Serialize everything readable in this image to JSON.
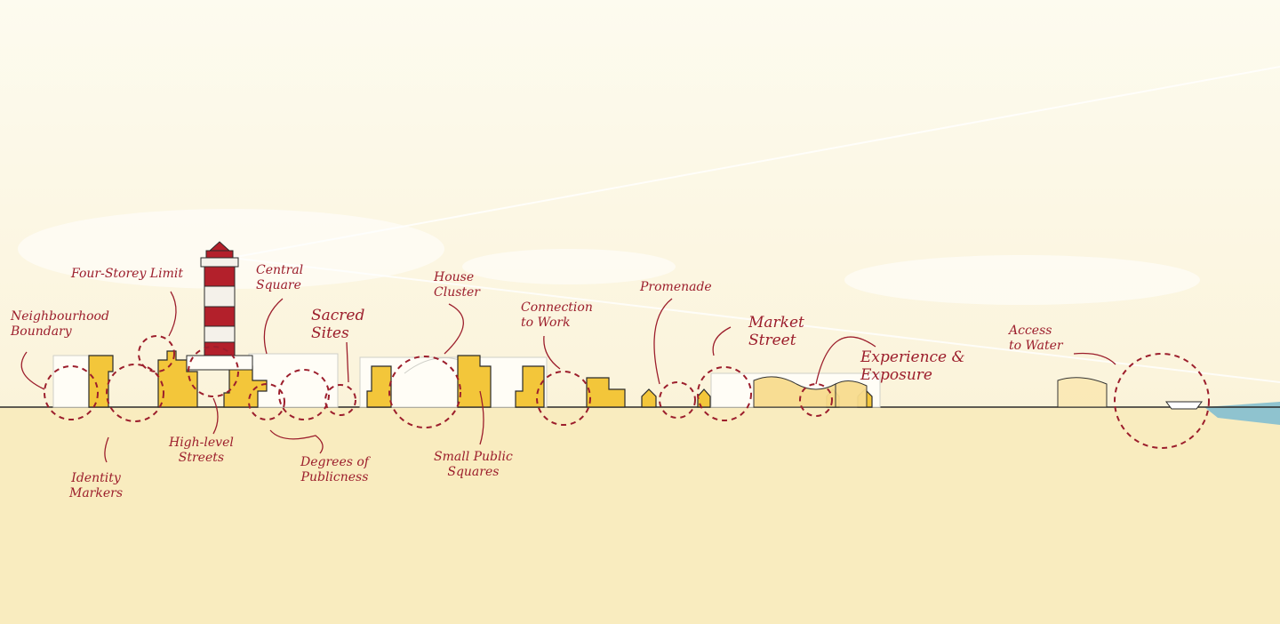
{
  "labels": {
    "four_storey_limit": "Four-Storey Limit",
    "neighbourhood_boundary": "Neighbourhood\nBoundary",
    "central_square": "Central\nSquare",
    "sacred_sites": "Sacred\nSites",
    "house_cluster": "House\nCluster",
    "connection_to_work": "Connection\nto Work",
    "promenade": "Promenade",
    "market_street": "Market\nStreet",
    "experience_exposure": "Experience &\nExposure",
    "access_to_water": "Access\nto Water",
    "identity_markers": "Identity\nMarkers",
    "high_level_streets": "High-level\nStreets",
    "degrees_of_publicness": "Degrees of\nPublicness",
    "small_public_squares": "Small Public\nSquares"
  },
  "colors": {
    "annotation": "#9c1e2c",
    "building": "#f3c63a",
    "ground": "#f9ecbf",
    "water": "#8fc3cf",
    "lighthouse_red": "#b3202b",
    "lighthouse_white": "#f4f1ea"
  }
}
